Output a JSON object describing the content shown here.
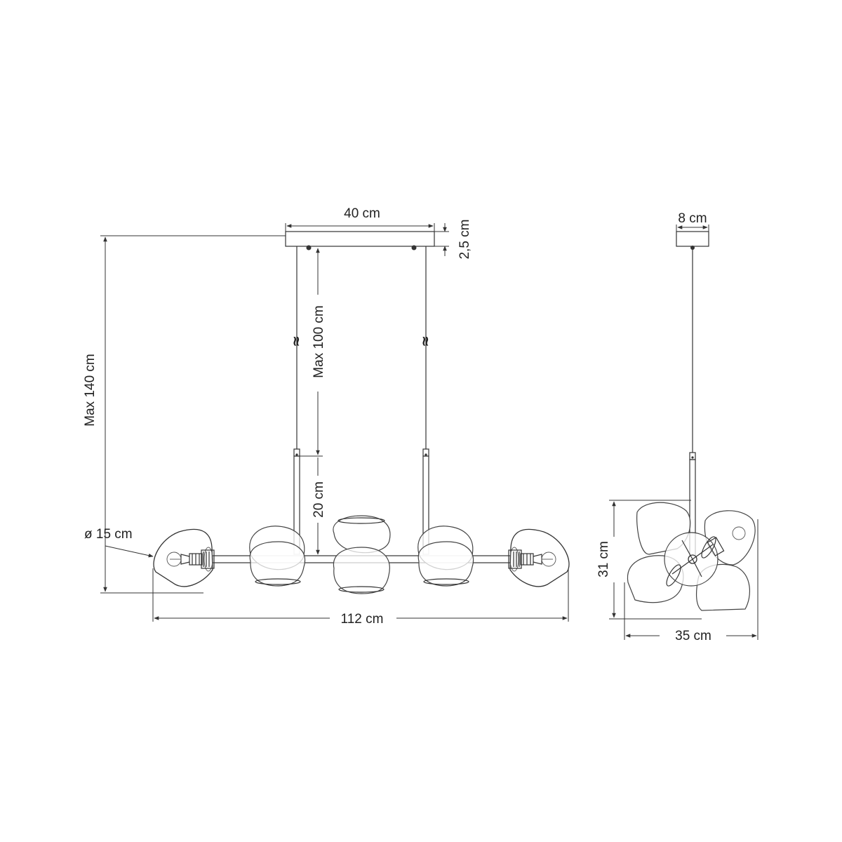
{
  "labels": {
    "canopy_width": "40 cm",
    "canopy_height": "2,5 cm",
    "max_total_height": "Max 140 cm",
    "max_cable": "Max 100 cm",
    "rod_length": "20 cm",
    "shade_diameter": "ø 15 cm",
    "total_length": "112 cm",
    "side_canopy_width": "8 cm",
    "side_height": "31 cm",
    "side_width": "35 cm",
    "break_symbol": "≈"
  }
}
